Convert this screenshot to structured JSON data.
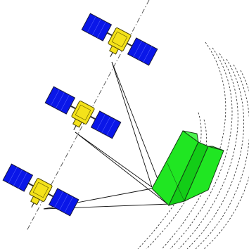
{
  "scene": {
    "satellites": [
      {
        "id": "sat-top"
      },
      {
        "id": "sat-middle"
      },
      {
        "id": "sat-bottom"
      }
    ],
    "colors": {
      "solar_panel": "#0a17e8",
      "satellite_body": "#f4e21a",
      "building": "#20e622",
      "background": "#ffffff"
    }
  }
}
